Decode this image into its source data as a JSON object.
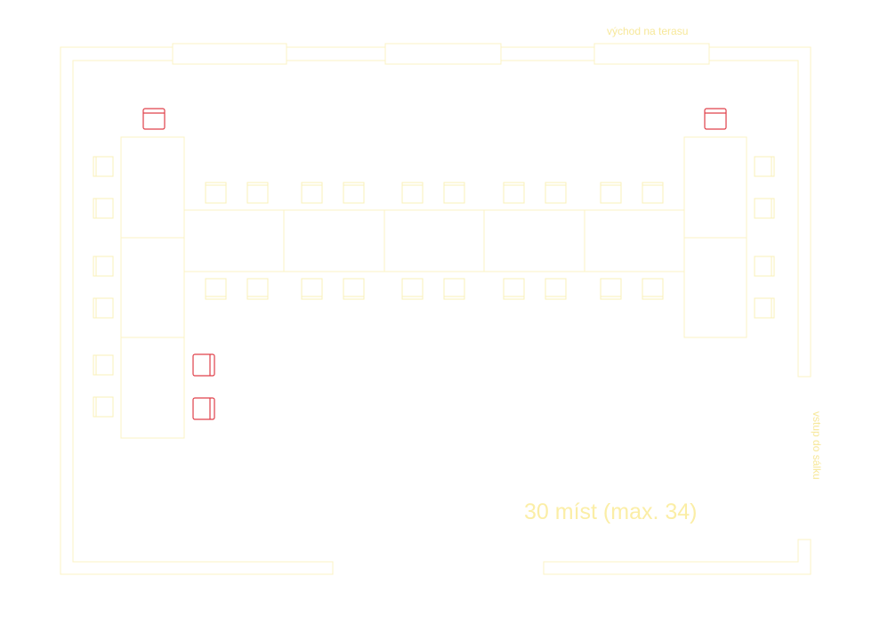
{
  "labels": {
    "terrace_exit": "východ na terasu",
    "side_entry": "vstup do sálku",
    "capacity": "30 míst (max. 34)"
  },
  "colors": {
    "outline": "#fbf3c4",
    "text": "#f7e89a",
    "accent_red": "#e0404a"
  }
}
